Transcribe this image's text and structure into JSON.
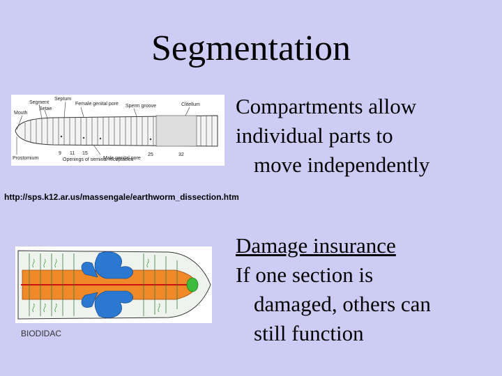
{
  "slide": {
    "title": "Segmentation",
    "source_url": "http://sps.k12.ar.us/massengale/earthworm_dissection.htm",
    "credit": "BIODIDAC",
    "point1_lines": [
      "Compartments allow",
      "individual parts to",
      "move independently"
    ],
    "point2_heading": "Damage insurance",
    "point2_lines": [
      "If one section is",
      "damaged, others can",
      "still function"
    ]
  },
  "diagram": {
    "labels": {
      "segment": "Segment",
      "setae": "Setae",
      "septum": "Septum",
      "mouth": "Mouth",
      "female_genital_pore": "Female genital pore",
      "sperm_groove": "Sperm groove",
      "clitellum": "Clitellum",
      "prostomium": "Prostomium",
      "num_9": "9",
      "num_11": "11",
      "num_15": "15",
      "openings_of_seminal_receptacles": "Openings of seminal receptacles",
      "male_genital_pore": "Male genital pore",
      "num_25": "25",
      "num_32": "32"
    }
  }
}
